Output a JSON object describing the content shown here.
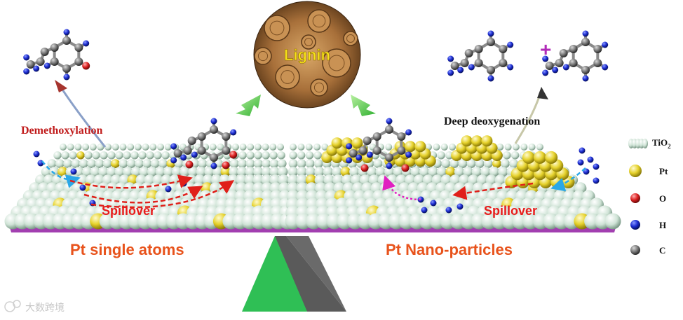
{
  "center": {
    "title": "Lignin"
  },
  "labels": {
    "left_reaction": "Demethoxylation",
    "right_reaction": "Deep deoxygenation",
    "left_spillover": "Spillover",
    "right_spillover": "Spillover",
    "left_catalyst": "Pt single atoms",
    "right_catalyst": "Pt Nano-particles",
    "plus": "+"
  },
  "legend": [
    {
      "label": "TiO",
      "sub": "2",
      "color": "#d7e8de",
      "kind": "slab"
    },
    {
      "label": "Pt",
      "color": "#e4cf2a",
      "kind": "atom"
    },
    {
      "label": "O",
      "color": "#e02020",
      "kind": "atom"
    },
    {
      "label": "H",
      "color": "#1424c8",
      "kind": "atom"
    },
    {
      "label": "C",
      "color": "#6b6b6b",
      "kind": "atom"
    }
  ],
  "watermark": "大数跨境",
  "colors": {
    "carbon": "#7a7a7a",
    "hydrogen": "#1b2bd0",
    "oxygen": "#dd2222",
    "platinum": "#e6d22c",
    "support": "#cfe3d6",
    "beam": "#a23fb0",
    "fulcrum": "#3fd46a",
    "spillover_arrow": "#e0201a",
    "h2_arrow": "#2aa8e8",
    "label_red": "#e8531c"
  }
}
